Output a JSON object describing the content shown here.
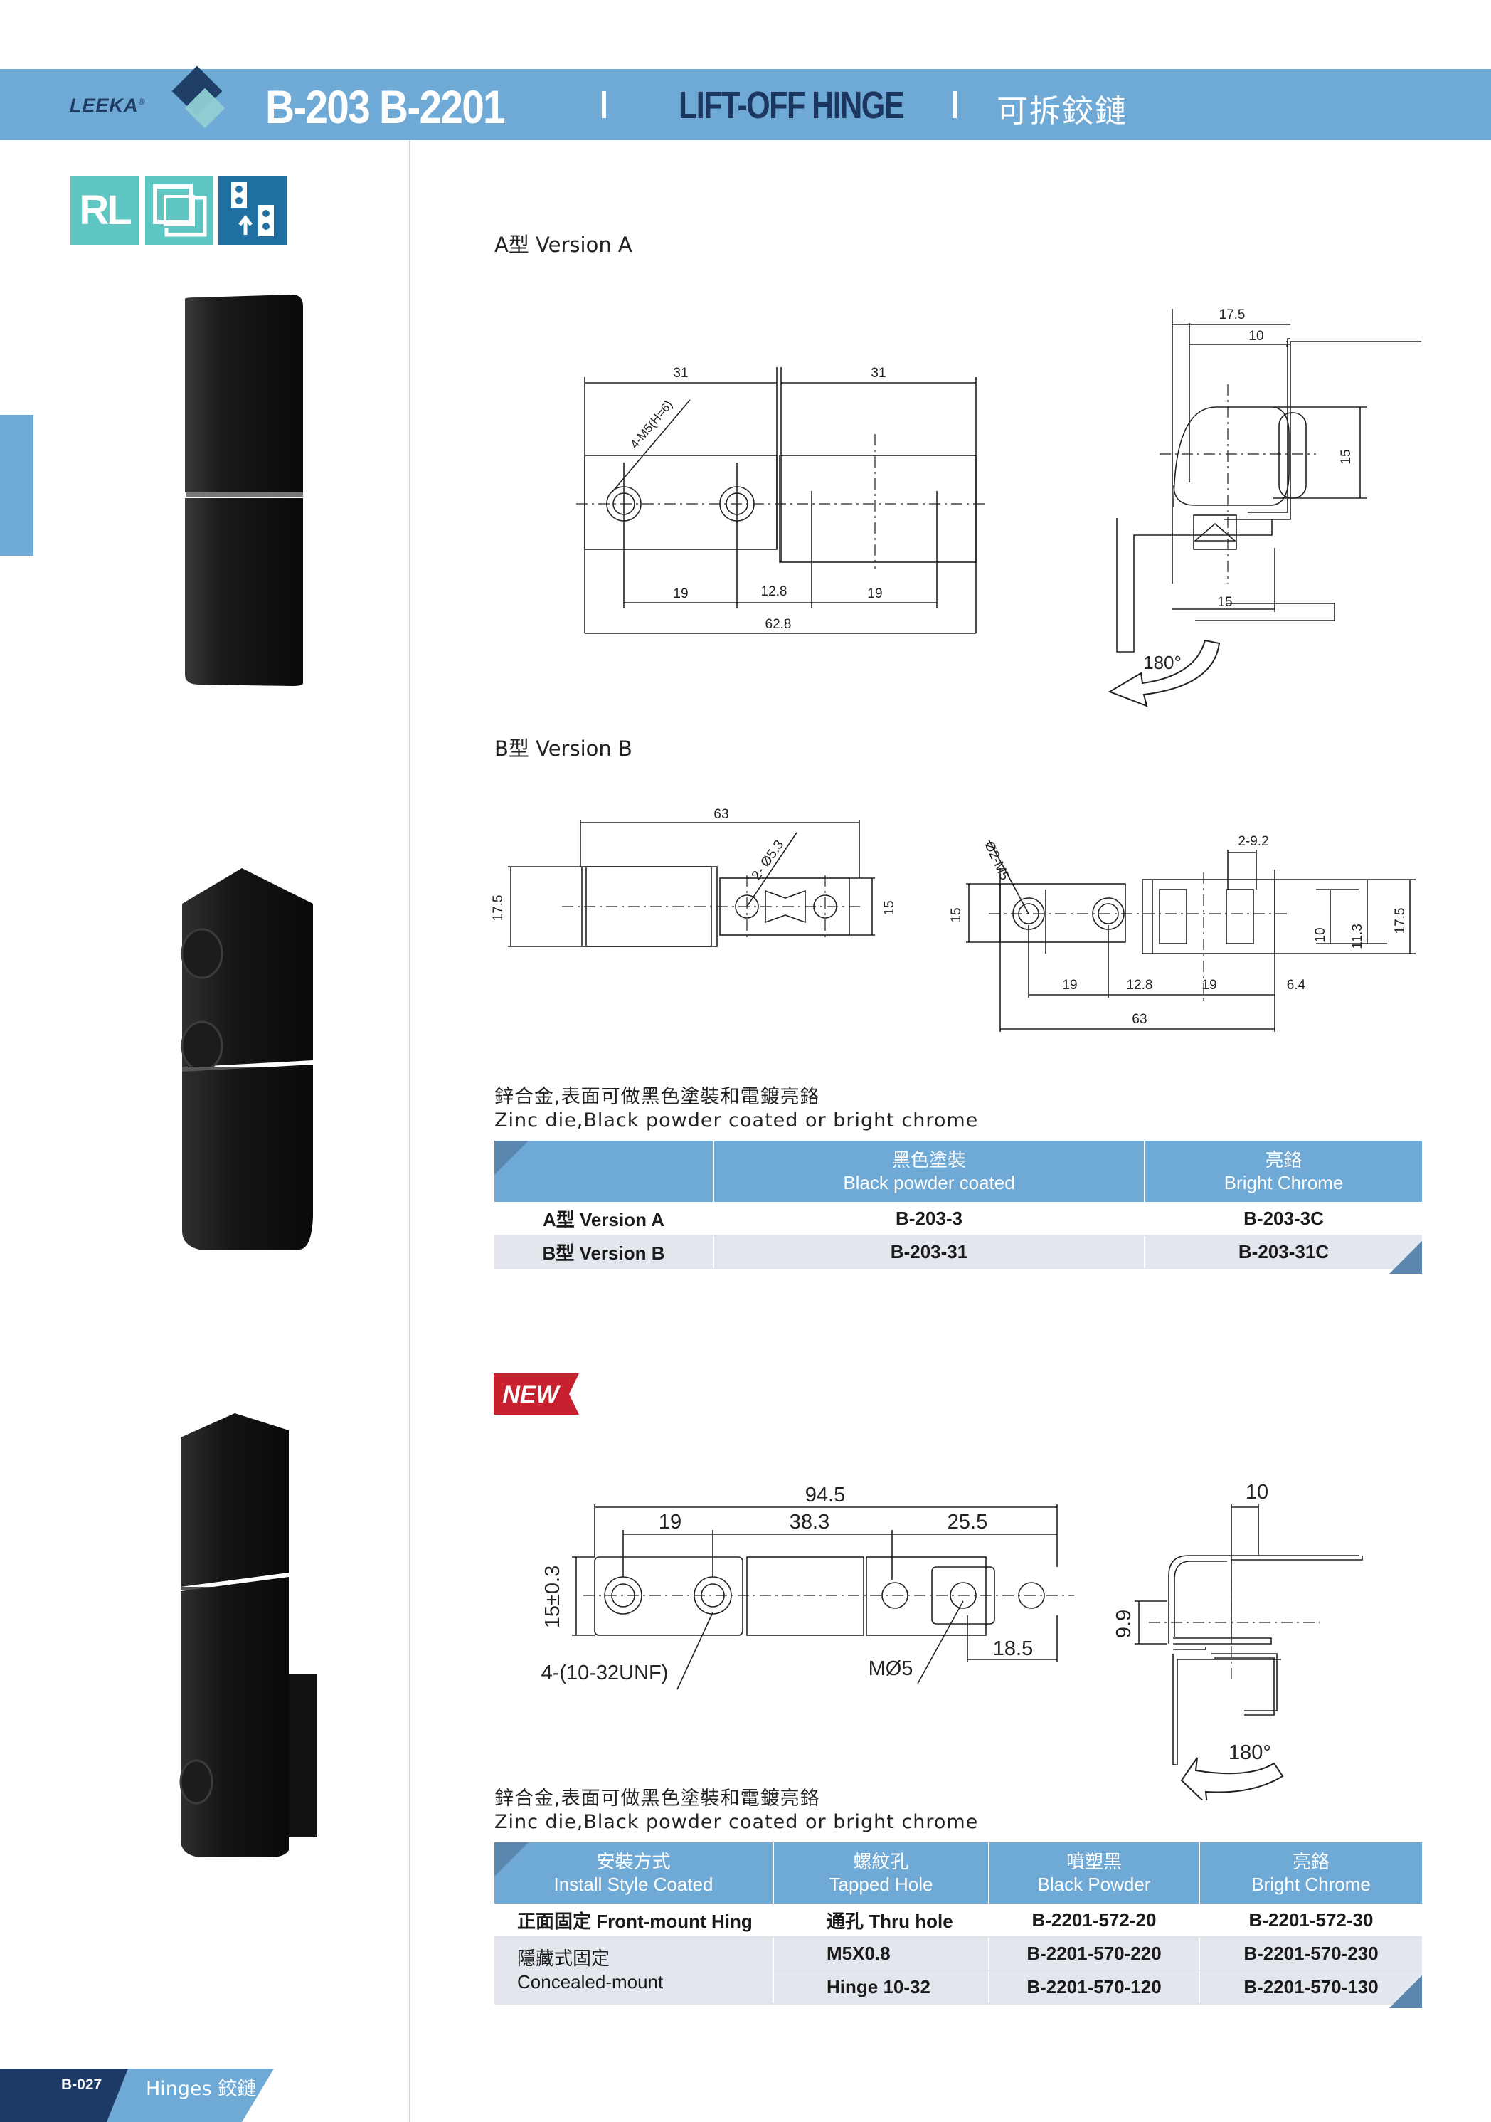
{
  "header": {
    "logo": "LEEKA",
    "logo_mark": "®",
    "model": "B-203  B-2201",
    "name_en": "LIFT-OFF HINGE",
    "name_cn": "可拆鉸鏈"
  },
  "badges": {
    "rl": "RL",
    "icon2": "install-frame-icon",
    "icon3": "mounting-hardware-icon"
  },
  "version_a": {
    "label": "A型 Version A",
    "dims": {
      "d31a": "31",
      "d31b": "31",
      "thread": "4-M5(H=6)",
      "d19a": "19",
      "d128": "12.8",
      "d19b": "19",
      "d628": "62.8",
      "d175": "17.5",
      "d10": "10",
      "d15v": "15",
      "d15h": "15",
      "angle": "180°"
    }
  },
  "version_b": {
    "label": "B型 Version B",
    "dims": {
      "d63": "63",
      "hole": "2- Ø5.3",
      "d175l": "17.5",
      "d15l": "15",
      "m5": "Ø2-M5",
      "d292": "2-9.2",
      "d15r": "15",
      "d10": "10",
      "d113": "11.3",
      "d175r": "17.5",
      "d19a": "19",
      "d128": "12.8",
      "d19b": "19",
      "d64": "6.4",
      "d63b": "63"
    }
  },
  "material_note_1": {
    "cn": "鋅合金,表面可做黑色塗裝和電鍍亮鉻",
    "en": "Zinc die,Black powder coated or bright chrome"
  },
  "table1": {
    "headers": [
      {
        "cn": "",
        "en": ""
      },
      {
        "cn": "黑色塗裝",
        "en": "Black powder coated"
      },
      {
        "cn": "亮鉻",
        "en": "Bright Chrome"
      }
    ],
    "rows": [
      {
        "version": "A型 Version A",
        "black": "B-203-3",
        "chrome": "B-203-3C"
      },
      {
        "version": "B型 Version B",
        "black": "B-203-31",
        "chrome": "B-203-31C"
      }
    ]
  },
  "new_badge": "NEW",
  "b2201": {
    "dims": {
      "d945": "94.5",
      "d19": "19",
      "d383": "38.3",
      "d255": "25.5",
      "d15tol": "15±0.3",
      "unf": "4-(10-32UNF)",
      "m5": "MØ5",
      "d185": "18.5",
      "d10": "10",
      "d99": "9.9",
      "angle": "180°"
    }
  },
  "material_note_2": {
    "cn": "鋅合金,表面可做黑色塗裝和電鍍亮鉻",
    "en": "Zinc die,Black powder coated or bright chrome"
  },
  "table2": {
    "headers": [
      {
        "cn": "安裝方式",
        "en": "Install Style Coated"
      },
      {
        "cn": "螺紋孔",
        "en": "Tapped Hole"
      },
      {
        "cn": "噴塑黑",
        "en": "Black Powder"
      },
      {
        "cn": "亮鉻",
        "en": "Bright Chrome"
      }
    ],
    "rows": [
      {
        "style": "正面固定 Front-mount Hing",
        "hole": "通孔 Thru hole",
        "black": "B-2201-572-20",
        "chrome": "B-2201-572-30"
      },
      {
        "style_cn": "隱藏式固定",
        "style_en": "Concealed-mount",
        "hole": "M5X0.8",
        "black": "B-2201-570-220",
        "chrome": "B-2201-570-230"
      },
      {
        "hole": "Hinge 10-32",
        "black": "B-2201-570-120",
        "chrome": "B-2201-570-130"
      }
    ]
  },
  "footer": {
    "page": "B-027",
    "section": "Hinges 鉸鏈"
  }
}
